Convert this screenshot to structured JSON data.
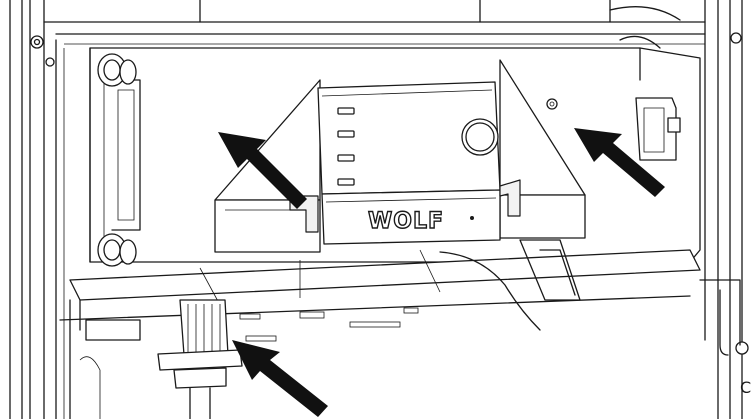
{
  "brand": {
    "logo_text": "WOLF"
  },
  "arrows": [
    {
      "id": "upper-left",
      "points_to": "control-housing-left-cover"
    },
    {
      "id": "upper-right",
      "points_to": "control-housing-right-cover"
    },
    {
      "id": "lower-center",
      "points_to": "cable-connector-plug"
    }
  ],
  "colors": {
    "line": "#1a1a1a",
    "arrow": "#111111",
    "background": "#ffffff"
  }
}
